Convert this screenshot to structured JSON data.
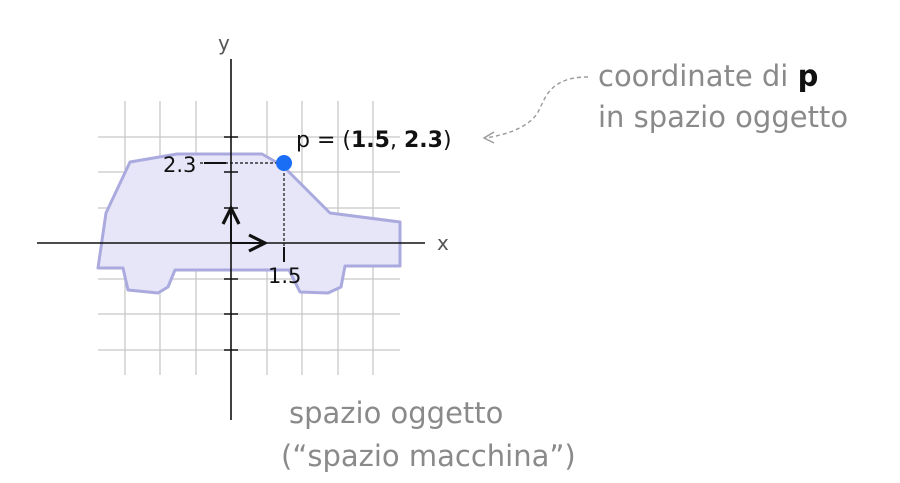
{
  "axes": {
    "x_label": "x",
    "y_label": "y"
  },
  "point": {
    "name": "p",
    "x": 1.5,
    "y": 2.3,
    "label_prefix": "p = (",
    "x_text": "1.5",
    "separator": ", ",
    "y_text": "2.3",
    "label_suffix": ")",
    "x_tick_label": "1.5",
    "y_tick_label": "2.3",
    "color": "#1a6ef5"
  },
  "callout": {
    "line1_prefix": "coordinate di ",
    "line1_bold": "p",
    "line2": "in spazio oggetto"
  },
  "caption": {
    "line1": "spazio oggetto",
    "line2": "(“spazio macchina”)"
  },
  "colors": {
    "car_fill": "#e6e6f8",
    "car_stroke": "#aaaadf",
    "grid": "#c8c8c8",
    "text_gray": "#8a8a8a"
  }
}
